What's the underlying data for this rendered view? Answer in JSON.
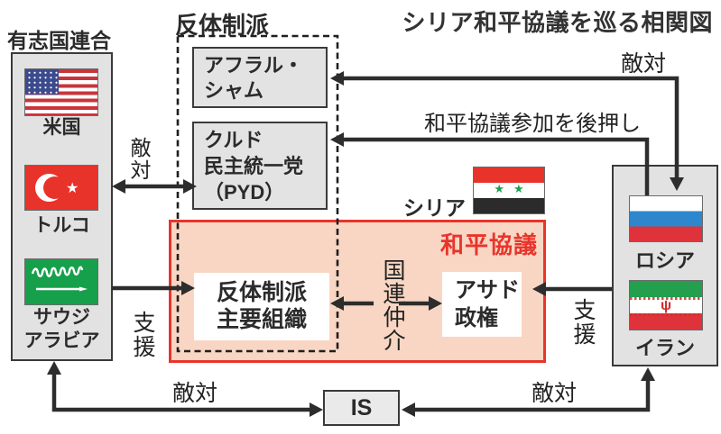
{
  "title": "シリア和平協議を巡る相関図",
  "colors": {
    "accent-red": "#e8352c",
    "pink-fill": "#f9d6c3",
    "box-gray": "#e2e2e2",
    "line-dark": "#2d2d2d",
    "is-gray": "#eaeaea"
  },
  "coalition": {
    "label": "有志国連合",
    "members": [
      {
        "flag": "us",
        "name": "米国"
      },
      {
        "flag": "turkey",
        "name": "トルコ"
      },
      {
        "flag": "saudi",
        "name_lines": [
          "サウジ",
          "アラビア"
        ]
      }
    ]
  },
  "opposition": {
    "label": "反体制派",
    "ahrar_lines": [
      "アフラル・",
      "シャム"
    ],
    "pyd_lines": [
      "クルド",
      "民主統一党",
      "（PYD）"
    ],
    "main_org_lines": [
      "反体制派",
      "主要組織"
    ]
  },
  "peace_talks": {
    "label": "和平協議",
    "un_mediation": "国連仲介",
    "assad_lines": [
      "アサド",
      "政権"
    ]
  },
  "syria_label": "シリア",
  "backers": {
    "members": [
      {
        "flag": "russia",
        "name": "ロシア"
      },
      {
        "flag": "iran",
        "name": "イラン"
      }
    ]
  },
  "is_label": "IS",
  "relation_labels": {
    "hostility": "敵対",
    "support": "支援",
    "push": "和平協議参加を後押し"
  },
  "glyphs": {
    "star": "★",
    "iran_emblem": "ψ"
  }
}
